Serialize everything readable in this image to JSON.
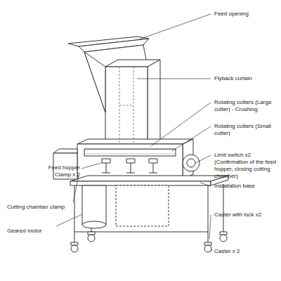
{
  "diagram": {
    "labels": [
      "Feed opening",
      "Flyback curtain",
      "Rotating cutters (Large cutter) - Crushing",
      "Rotating cutters (Small cutter)",
      "Limit switch x2 (Confirmation of the feed hopper, closing cutting chamber)",
      "Installation base",
      "Caster with lock x2",
      "Caster x 2",
      "Feed hopper Clamp x 2",
      "Cutting chamber clamp",
      "Geared motor"
    ]
  }
}
